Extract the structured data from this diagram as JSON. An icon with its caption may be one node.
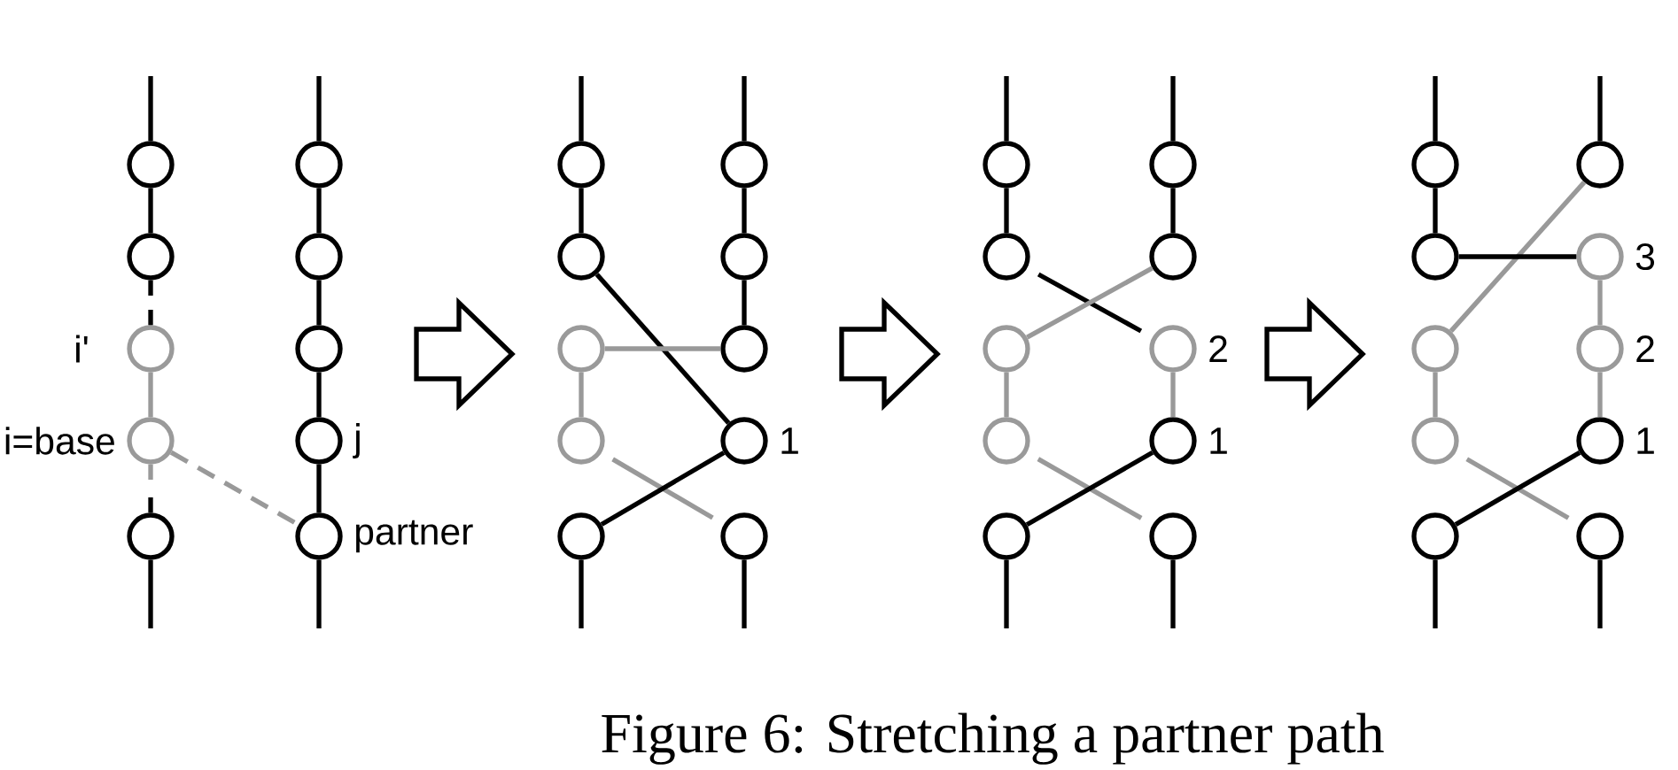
{
  "diagram": {
    "caption": "Figure 6: Stretching a partner path",
    "nodes": [
      {
        "text": [],
        "shape": "circle"
      },
      {
        "text": [],
        "shape": "circle"
      },
      {
        "text": [],
        "shape": "circle",
        "beside": [
          "i'"
        ]
      },
      {
        "text": [],
        "shape": "circle",
        "beside": [
          "i=base"
        ]
      },
      {
        "text": [],
        "shape": "circle"
      },
      {
        "text": [],
        "shape": "circle"
      },
      {
        "text": [],
        "shape": "circle"
      },
      {
        "text": [],
        "shape": "circle"
      },
      {
        "text": [],
        "shape": "circle",
        "beside": [
          "j"
        ]
      },
      {
        "text": [],
        "shape": "circle",
        "beside": [
          "partner"
        ]
      },
      {
        "text": [],
        "shape": "circle"
      },
      {
        "text": [],
        "shape": "circle"
      },
      {
        "text": [],
        "shape": "circle"
      },
      {
        "text": [],
        "shape": "circle"
      },
      {
        "text": [],
        "shape": "circle"
      },
      {
        "text": [],
        "shape": "circle"
      },
      {
        "text": [],
        "shape": "circle"
      },
      {
        "text": [],
        "shape": "circle"
      },
      {
        "text": [],
        "shape": "circle",
        "beside": [
          "1"
        ]
      },
      {
        "text": [],
        "shape": "circle"
      },
      {
        "text": [],
        "shape": "circle"
      },
      {
        "text": [],
        "shape": "circle"
      },
      {
        "text": [],
        "shape": "circle"
      },
      {
        "text": [],
        "shape": "circle"
      },
      {
        "text": [],
        "shape": "circle"
      },
      {
        "text": [],
        "shape": "circle"
      },
      {
        "text": [],
        "shape": "circle"
      },
      {
        "text": [],
        "shape": "circle",
        "beside": [
          "2"
        ]
      },
      {
        "text": [],
        "shape": "circle",
        "beside": [
          "1"
        ]
      },
      {
        "text": [],
        "shape": "circle"
      },
      {
        "text": [],
        "shape": "circle"
      },
      {
        "text": [],
        "shape": "circle"
      },
      {
        "text": [],
        "shape": "circle"
      },
      {
        "text": [],
        "shape": "circle"
      },
      {
        "text": [],
        "shape": "circle"
      },
      {
        "text": [],
        "shape": "circle"
      },
      {
        "text": [],
        "shape": "circle",
        "beside": [
          "3"
        ]
      },
      {
        "text": [],
        "shape": "circle",
        "beside": [
          "2"
        ]
      },
      {
        "text": [],
        "shape": "circle",
        "beside": [
          "1"
        ]
      },
      {
        "text": [],
        "shape": "circle"
      }
    ],
    "edges": [
      {
        "from": null,
        "to": 0,
        "arrow": "none"
      },
      {
        "from": 0,
        "to": 1,
        "arrow": "none"
      },
      {
        "from": 1,
        "to": null,
        "arrow": "none"
      },
      {
        "from": null,
        "to": 2,
        "arrow": "none"
      },
      {
        "from": 2,
        "to": 3,
        "arrow": "none",
        "color": "#999999"
      },
      {
        "from": 3,
        "to": null,
        "arrow": "none",
        "color": "#999999"
      },
      {
        "from": null,
        "to": 4,
        "arrow": "none"
      },
      {
        "from": 4,
        "to": null,
        "arrow": "none"
      },
      {
        "from": null,
        "to": 5,
        "arrow": "none"
      },
      {
        "from": 5,
        "to": 6,
        "arrow": "none"
      },
      {
        "from": 6,
        "to": 7,
        "arrow": "none"
      },
      {
        "from": 7,
        "to": 8,
        "arrow": "none"
      },
      {
        "from": 8,
        "to": 9,
        "arrow": "none"
      },
      {
        "from": 9,
        "to": null,
        "arrow": "none"
      },
      {
        "from": 3,
        "to": 9,
        "arrow": "none",
        "style": "dashed",
        "color": "#999999"
      },
      {
        "from": null,
        "to": 10,
        "arrow": "none"
      },
      {
        "from": 10,
        "to": 11,
        "arrow": "none"
      },
      {
        "from": null,
        "to": 15,
        "arrow": "none"
      },
      {
        "from": 15,
        "to": 16,
        "arrow": "none"
      },
      {
        "from": 16,
        "to": 17,
        "arrow": "none"
      },
      {
        "from": 11,
        "to": 18,
        "arrow": "none"
      },
      {
        "from": 12,
        "to": 17,
        "arrow": "none",
        "color": "#999999"
      },
      {
        "from": 12,
        "to": 13,
        "arrow": "none",
        "color": "#999999"
      },
      {
        "from": 13,
        "to": 19,
        "arrow": "none",
        "color": "#999999"
      },
      {
        "from": 14,
        "to": 18,
        "arrow": "none"
      },
      {
        "from": 14,
        "to": null,
        "arrow": "none"
      },
      {
        "from": 19,
        "to": null,
        "arrow": "none"
      },
      {
        "from": null,
        "to": 20,
        "arrow": "none"
      },
      {
        "from": 20,
        "to": 21,
        "arrow": "none"
      },
      {
        "from": null,
        "to": 25,
        "arrow": "none"
      },
      {
        "from": 25,
        "to": 26,
        "arrow": "none"
      },
      {
        "from": 21,
        "to": 27,
        "arrow": "none"
      },
      {
        "from": 26,
        "to": 22,
        "arrow": "none",
        "color": "#999999"
      },
      {
        "from": 22,
        "to": 23,
        "arrow": "none",
        "color": "#999999"
      },
      {
        "from": 27,
        "to": 28,
        "arrow": "none",
        "color": "#999999"
      },
      {
        "from": 23,
        "to": 29,
        "arrow": "none",
        "color": "#999999"
      },
      {
        "from": 24,
        "to": 28,
        "arrow": "none"
      },
      {
        "from": 24,
        "to": null,
        "arrow": "none"
      },
      {
        "from": 29,
        "to": null,
        "arrow": "none"
      },
      {
        "from": null,
        "to": 30,
        "arrow": "none"
      },
      {
        "from": 30,
        "to": 31,
        "arrow": "none"
      },
      {
        "from": null,
        "to": 35,
        "arrow": "none"
      },
      {
        "from": 35,
        "to": 32,
        "arrow": "none",
        "color": "#999999"
      },
      {
        "from": 31,
        "to": 36,
        "arrow": "none"
      },
      {
        "from": 36,
        "to": 37,
        "arrow": "none",
        "color": "#999999"
      },
      {
        "from": 37,
        "to": 38,
        "arrow": "none",
        "color": "#999999"
      },
      {
        "from": 32,
        "to": 33,
        "arrow": "none",
        "color": "#999999"
      },
      {
        "from": 33,
        "to": 39,
        "arrow": "none",
        "color": "#999999"
      },
      {
        "from": 34,
        "to": 38,
        "arrow": "none"
      },
      {
        "from": 34,
        "to": null,
        "arrow": "none"
      },
      {
        "from": 39,
        "to": null,
        "arrow": "none"
      }
    ]
  }
}
